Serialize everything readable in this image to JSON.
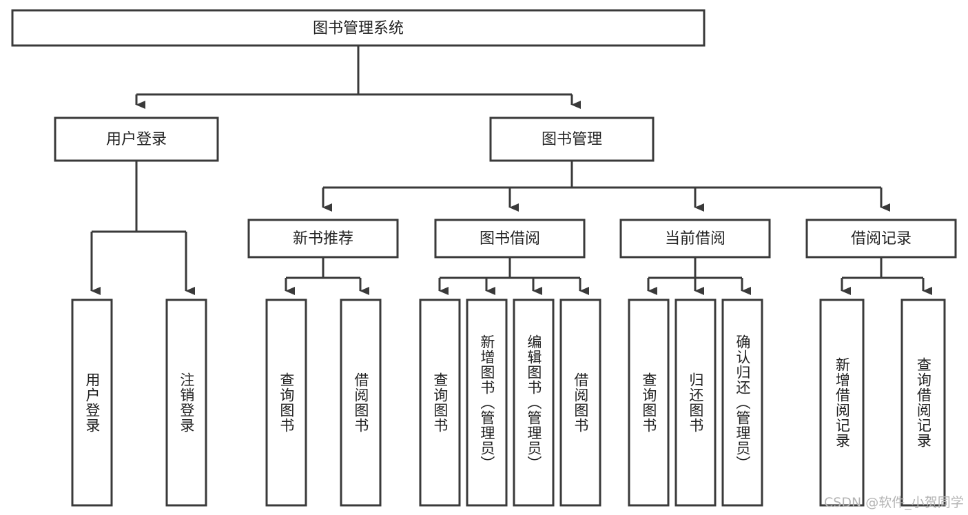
{
  "diagram": {
    "title": "图书管理系统",
    "type": "hierarchy-tree",
    "style": {
      "box_fill": "#ffffff",
      "box_stroke": "#3a3a3a",
      "text_color": "#222222",
      "watermark_color": "#b4b4b4"
    },
    "root": {
      "label": "图书管理系统"
    },
    "level2": [
      {
        "label": "用户登录"
      },
      {
        "label": "图书管理"
      }
    ],
    "level3": [
      {
        "label": "新书推荐"
      },
      {
        "label": "图书借阅"
      },
      {
        "label": "当前借阅"
      },
      {
        "label": "借阅记录"
      }
    ],
    "leaves": [
      {
        "label": "用户登录",
        "parent": "用户登录"
      },
      {
        "label": "注销登录",
        "parent": "用户登录"
      },
      {
        "label": "查询图书",
        "parent": "新书推荐"
      },
      {
        "label": "借阅图书",
        "parent": "新书推荐"
      },
      {
        "label": "查询图书",
        "parent": "图书借阅"
      },
      {
        "label": "新增图书（管理员）",
        "parent": "图书借阅"
      },
      {
        "label": "编辑图书（管理员）",
        "parent": "图书借阅"
      },
      {
        "label": "借阅图书",
        "parent": "图书借阅"
      },
      {
        "label": "查询图书",
        "parent": "当前借阅"
      },
      {
        "label": "归还图书",
        "parent": "当前借阅"
      },
      {
        "label": "确认归还（管理员）",
        "parent": "当前借阅"
      },
      {
        "label": "新增借阅记录",
        "parent": "借阅记录"
      },
      {
        "label": "查询借阅记录",
        "parent": "借阅记录"
      }
    ]
  },
  "watermark": {
    "text": "CSDN @软件_小贺同学"
  }
}
